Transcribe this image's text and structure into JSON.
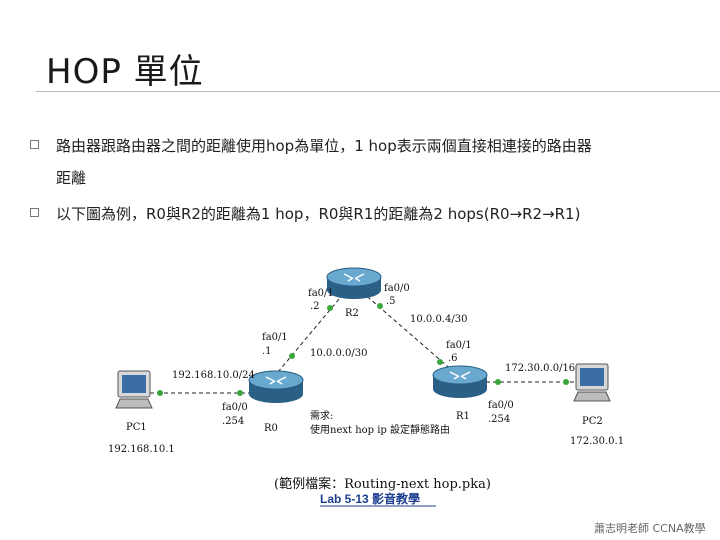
{
  "slide": {
    "title": "HOP 單位",
    "bullets": [
      "路由器跟路由器之間的距離使用hop為單位，1 hop表示兩個直接相連接的路由器",
      "距離",
      "以下圖為例，R0與R2的距離為1 hop，R0與R1的距離為2 hops(R0→R2→R1)"
    ],
    "credit": "蕭志明老師 CCNA教學"
  },
  "diagram": {
    "r2": {
      "name": "R2",
      "left_if": "fa0/1",
      "left_ip": ".2",
      "right_if": "fa0/0",
      "right_ip": ".5"
    },
    "r0": {
      "name": "R0",
      "up_if": "fa0/1",
      "up_ip": ".1",
      "down_if": "fa0/0",
      "down_ip": ".254"
    },
    "r1": {
      "name": "R1",
      "up_if": "fa0/1",
      "up_ip": ".6",
      "down_if": "fa0/0",
      "down_ip": ".254"
    },
    "pc1": {
      "name": "PC1",
      "ip": "192.168.10.1"
    },
    "pc2": {
      "name": "PC2",
      "ip": "172.30.0.1"
    },
    "net_r0_r2": "10.0.0.0/30",
    "net_r2_r1": "10.0.0.4/30",
    "net_pc1": "192.168.10.0/24",
    "net_pc2": "172.30.0.0/16",
    "note_line1": "需求:",
    "note_line2": "使用next hop ip 設定靜態路由",
    "file_caption": "(範例檔案：Routing-next hop.pka)",
    "lab_link": "Lab 5-13 影音教學"
  },
  "colors": {
    "link_green": "#3aa63a",
    "router_blue": "#2f6f9a",
    "router_top": "#5fa1c8"
  }
}
